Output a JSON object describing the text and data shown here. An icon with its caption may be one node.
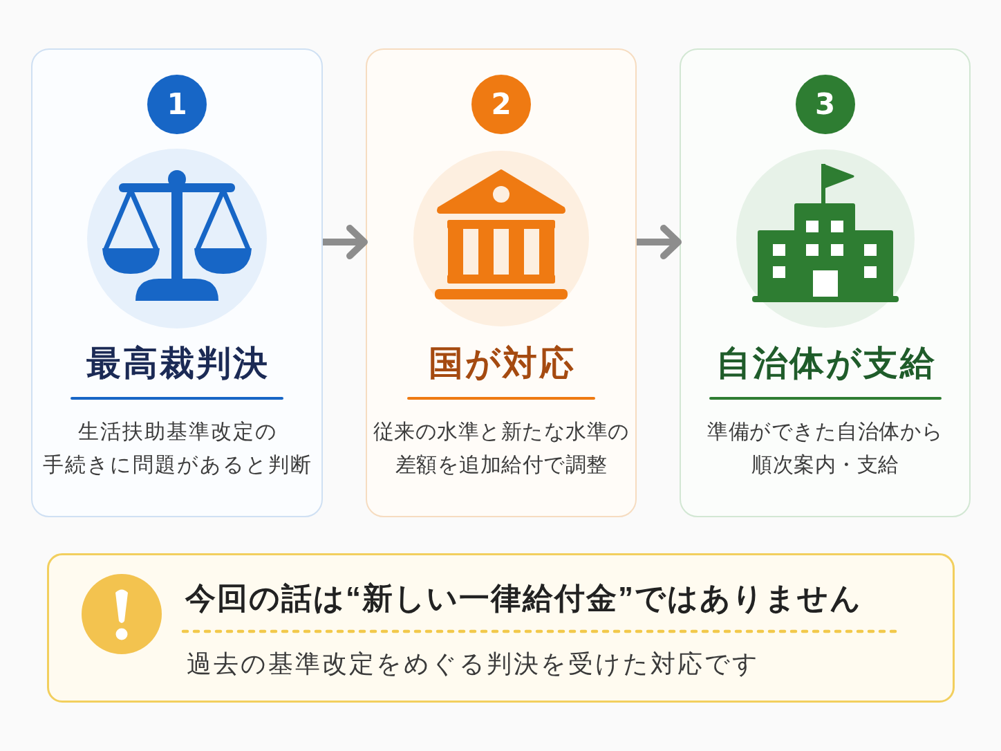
{
  "diagram": {
    "nodes": [
      {
        "text": [
          "最高裁判決",
          "生活扶助基準改定の手続きに問題があると判断"
        ]
      },
      {
        "text": [
          "1"
        ],
        "in": 0
      },
      {
        "text": [
          "国が対応",
          "従来の水準と新たな水準の差額を追加給付で調整"
        ]
      },
      {
        "text": [
          "2"
        ],
        "in": 2
      },
      {
        "text": [
          "自治体が支給",
          "準備ができた自治体から順次案内・支給"
        ]
      },
      {
        "text": [
          "3"
        ],
        "in": 4
      },
      {
        "text": [
          "今回の話は“新しい一律給付金”ではありません",
          "過去の基準改定をめぐる判決を受けた対応です"
        ]
      }
    ],
    "edges": [
      {
        "from": 0,
        "to": 2,
        "arrow": "to"
      },
      {
        "from": 2,
        "to": 4,
        "arrow": "to"
      }
    ]
  }
}
